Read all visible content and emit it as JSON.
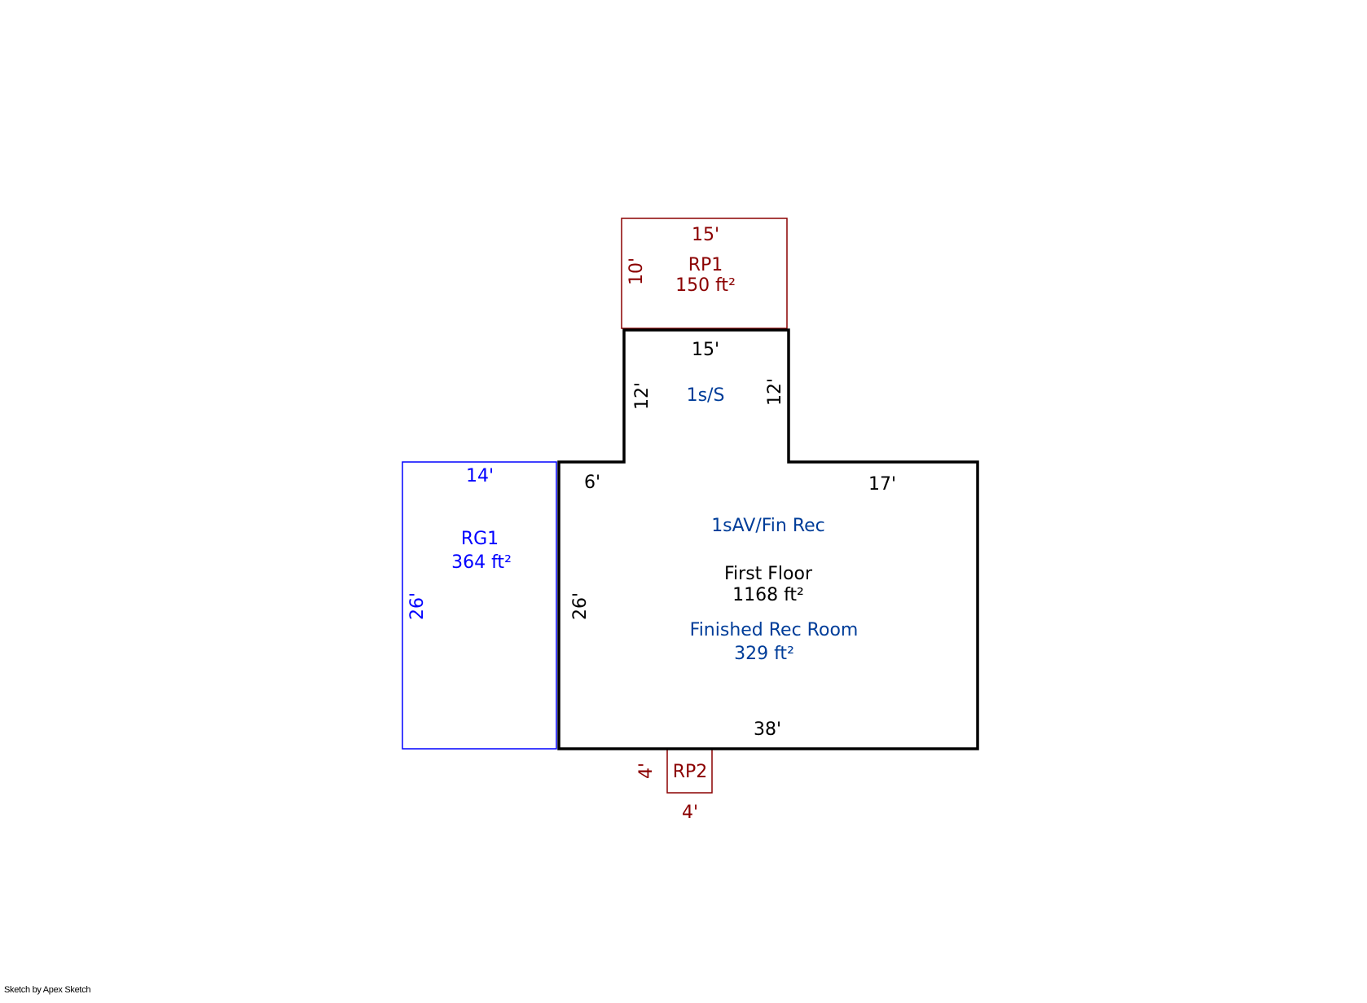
{
  "colors": {
    "main": "#000000",
    "room": "#003d99",
    "garage": "#0000ff",
    "porch": "#8b0000"
  },
  "rp1": {
    "top_dim": "15'",
    "side_dim": "10'",
    "label": "RP1",
    "area": "150 ft²"
  },
  "sunroom": {
    "top_dim": "15'",
    "left_dim": "12'",
    "right_dim": "12'",
    "label": "1s/S"
  },
  "main": {
    "dim_6": "6'",
    "dim_17": "17'",
    "dim_26": "26'",
    "dim_38": "38'",
    "code": "1sAV/Fin Rec",
    "floor_label": "First Floor",
    "floor_area": "1168 ft²",
    "room_name": "Finished Rec Room",
    "room_area": "329 ft²"
  },
  "rg1": {
    "top_dim": "14'",
    "side_dim": "26'",
    "label": "RG1",
    "area": "364 ft²"
  },
  "rp2": {
    "label": "RP2",
    "side_dim": "4'",
    "bottom_dim": "4'"
  },
  "credit": "Sketch by Apex Sketch"
}
